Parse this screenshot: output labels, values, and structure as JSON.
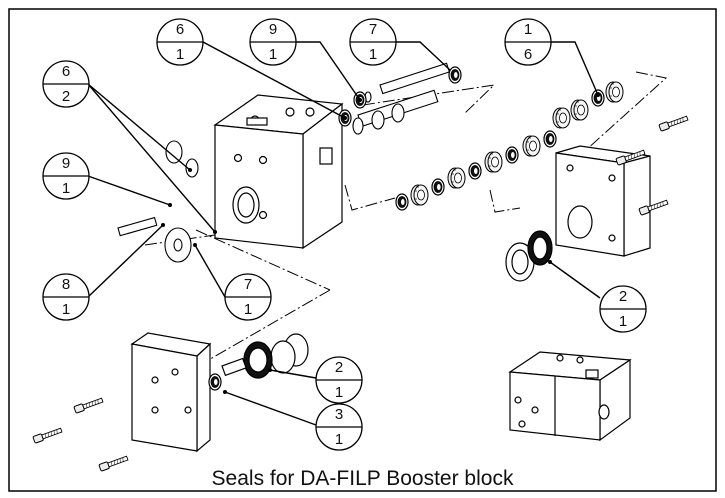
{
  "caption": "Seals for DA-FILP Booster block",
  "callouts": [
    {
      "id": "c1",
      "top": "6",
      "bottom": "1"
    },
    {
      "id": "c2",
      "top": "9",
      "bottom": "1"
    },
    {
      "id": "c3",
      "top": "7",
      "bottom": "1"
    },
    {
      "id": "c4",
      "top": "1",
      "bottom": "6"
    },
    {
      "id": "c5",
      "top": "6",
      "bottom": "2"
    },
    {
      "id": "c6",
      "top": "9",
      "bottom": "1"
    },
    {
      "id": "c7",
      "top": "8",
      "bottom": "1"
    },
    {
      "id": "c8",
      "top": "7",
      "bottom": "1"
    },
    {
      "id": "c9",
      "top": "2",
      "bottom": "1"
    },
    {
      "id": "c10",
      "top": "2",
      "bottom": "1"
    },
    {
      "id": "c11",
      "top": "3",
      "bottom": "1"
    }
  ]
}
